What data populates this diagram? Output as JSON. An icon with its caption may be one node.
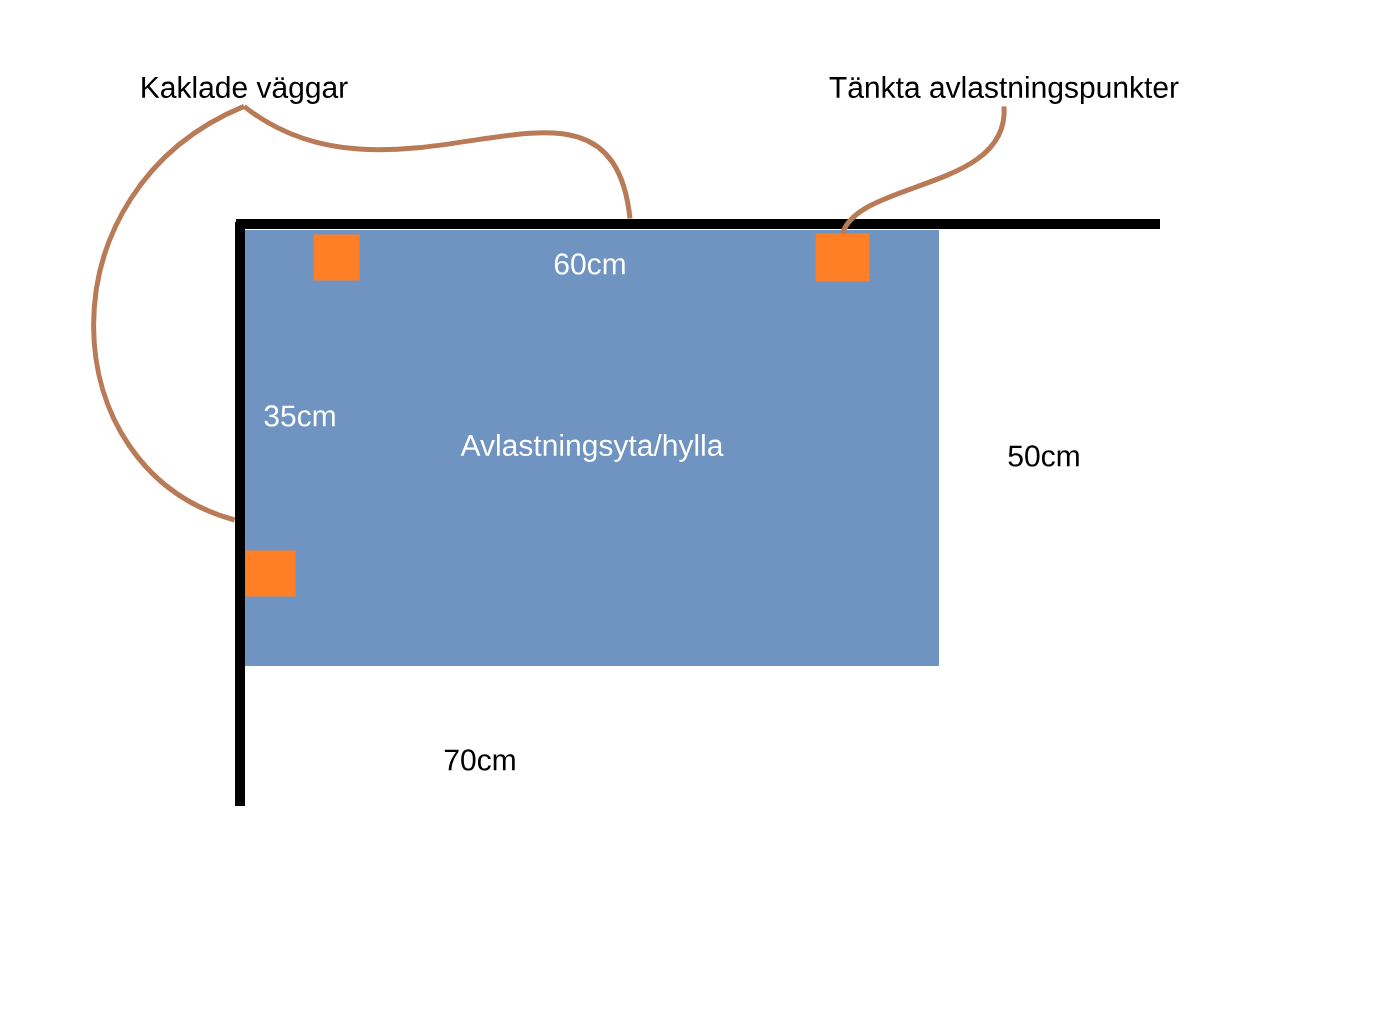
{
  "diagram": {
    "nodes": [
      {
        "text": [
          "Kaklade väggar"
        ]
      },
      {
        "text": [
          "Tänkta avlastningspunkter"
        ]
      },
      {
        "text": [],
        "shape": "bar"
      },
      {
        "text": [],
        "shape": "bar"
      },
      {
        "text": [
          "Avlastningsyta/hylla"
        ]
      },
      {
        "text": [],
        "shape": "box",
        "in": 4
      },
      {
        "text": [],
        "shape": "box",
        "in": 4
      },
      {
        "text": [],
        "shape": "box",
        "in": 4
      }
    ],
    "edges": [
      {
        "from": 0,
        "to": 3,
        "arrow": "none"
      },
      {
        "from": 0,
        "to": 2,
        "arrow": "none"
      },
      {
        "from": 1,
        "to": 6,
        "arrow": "none"
      }
    ],
    "labels": [
      "60cm",
      "35cm",
      "50cm",
      "70cm"
    ]
  }
}
